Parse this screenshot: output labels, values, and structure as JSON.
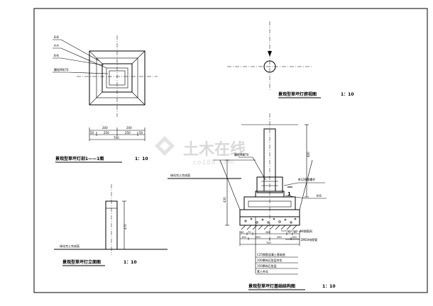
{
  "watermark": {
    "main": "土木在线",
    "sub": "co188.com"
  },
  "views": {
    "plan": {
      "title": "景观型草坪灯剖1——1图",
      "scale": "1：10",
      "labels": [
        "B-B",
        "A-A",
        "B-B",
        "螺栓M8/70"
      ],
      "dims_top": [
        "200",
        "200"
      ],
      "dims_mid": [
        "50",
        "250",
        "250",
        "50"
      ],
      "dims_bottom": "700"
    },
    "top_view": {
      "title": "景观型草坪灯俯视图",
      "scale": "1：10"
    },
    "elevation": {
      "title": "景观型草坪灯立面图",
      "scale": "1：10",
      "height_dim": "470",
      "ground_label": "绿化完土完成面"
    },
    "foundation": {
      "title": "景观型草坪灯基础结构图",
      "scale": "1：10",
      "bolt_label": "螺栓M8/70",
      "pipe_label": "Φ12预埋螺杆",
      "bb_label": "B-B",
      "section_mark": "1",
      "top_dim": "400",
      "side_dim": "430",
      "ground_label": "绿化完土完成面",
      "rebar_label": "Φ8钢筋网",
      "conduit_label": "DN50电缆管",
      "dims_bottom_row1": [
        "80",
        "70",
        "280",
        "70",
        "80"
      ],
      "dims_bottom_row2": [
        "100",
        "250",
        "250",
        "100"
      ],
      "dims_bottom_total": "700",
      "layers": [
        "C25钢筋混凝土基础底",
        "100厚碎石垫层夯实",
        "150厚碎石垫层",
        "素土夯实"
      ]
    }
  }
}
